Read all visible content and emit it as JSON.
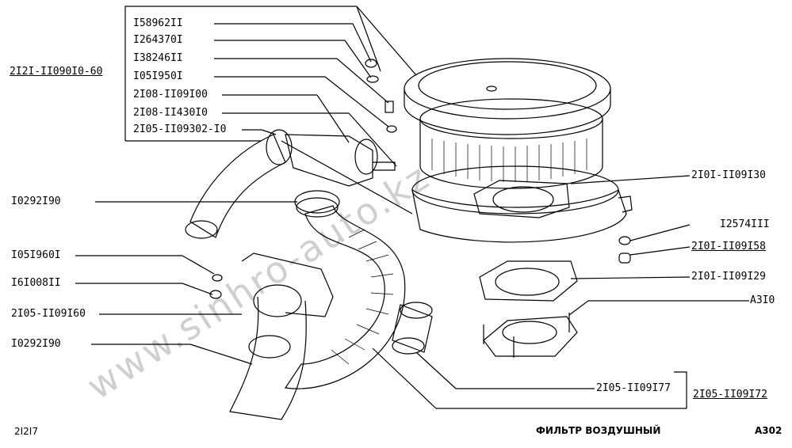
{
  "watermark": "www.sinhro-auto.kz",
  "assembly_label": "2I2I-II090I0-60",
  "group_labels": [
    "I58962II",
    "I264370I",
    "I38246II",
    "I05I950I",
    "2I08-II09I00",
    "2I08-II430I0",
    "2I05-II09302-I0"
  ],
  "left_labels": [
    "I0292I90",
    "I05I960I",
    "I6I008II",
    "2I05-II09I60",
    "I0292I90"
  ],
  "right_labels": [
    "2I0I-II09I30",
    "I2574III",
    "2I0I-II09I58",
    "2I0I-II09I29",
    "A3I0"
  ],
  "bottom_labels": {
    "inner": "2I05-II09I77",
    "outer": "2I05-II09I72"
  },
  "footer": {
    "page": "2I2I7",
    "title": "ФИЛЬТР ВОЗДУШНЫЙ",
    "code": "A302"
  }
}
